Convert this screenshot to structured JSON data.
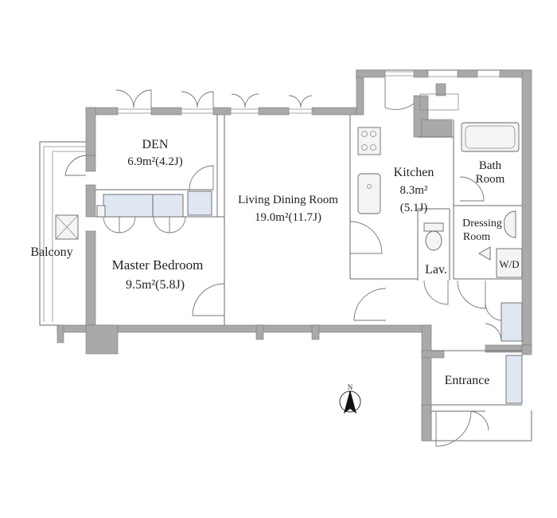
{
  "rooms": {
    "den": {
      "name": "DEN",
      "area": "6.9m²(4.2J)"
    },
    "living": {
      "name": "Living Dining Room",
      "area": "19.0m²(11.7J)"
    },
    "kitchen": {
      "name": "Kitchen",
      "area": "8.3m²",
      "area_j": "(5.1J)"
    },
    "bath": {
      "line1": "Bath",
      "line2": "Room"
    },
    "dressing": {
      "line1": "Dressing",
      "line2": "Room"
    },
    "wd": {
      "name": "W/D"
    },
    "lav": {
      "name": "Lav."
    },
    "master": {
      "name": "Master Bedroom",
      "area": "9.5m²(5.8J)"
    },
    "balcony": {
      "name": "Balcony"
    },
    "entrance": {
      "name": "Entrance"
    }
  },
  "compass": {
    "label": "N"
  },
  "colors": {
    "wall": "#a9a9a9",
    "cabinet": "#dfe7f3",
    "line": "#6a6a6a"
  }
}
